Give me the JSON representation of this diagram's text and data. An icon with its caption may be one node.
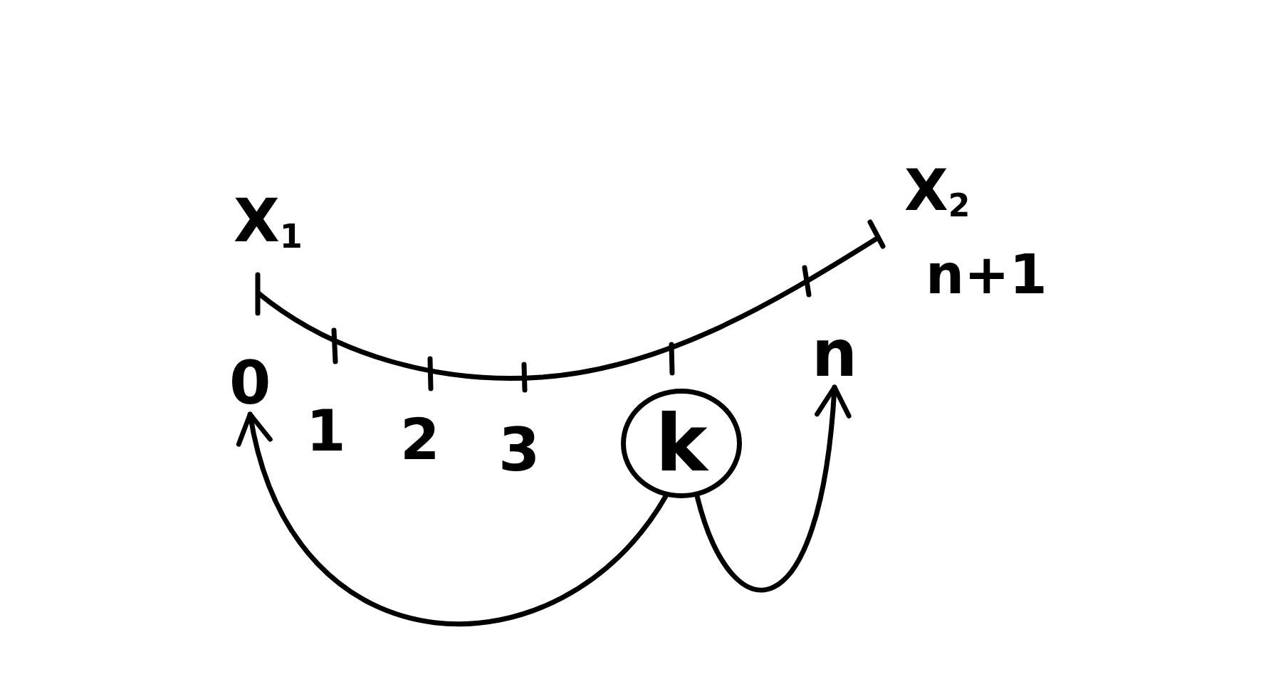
{
  "diagram": {
    "nodes": [
      {
        "text": [
          "0"
        ]
      },
      {
        "text": [
          "k"
        ]
      },
      {
        "text": [
          "n"
        ]
      }
    ],
    "edges": [
      {
        "from": 1,
        "to": 0,
        "arrow": "to"
      },
      {
        "from": 1,
        "to": 2,
        "arrow": "to"
      }
    ],
    "labels": [
      "X$_{1}$",
      "X$_{2}$",
      "n+1",
      "1",
      "2",
      "3"
    ]
  }
}
